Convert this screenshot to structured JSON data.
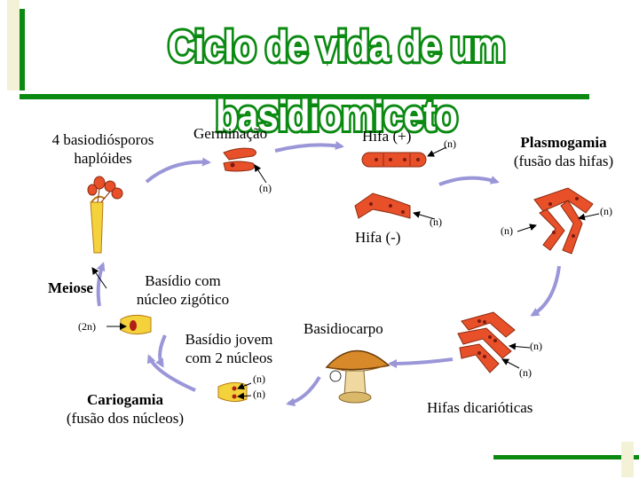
{
  "title": "Ciclo de vida de um basidiomiceto",
  "labels": {
    "basiodiosporos": [
      "4 basiodiósporos",
      "haplóides"
    ],
    "germinacao": "Germinação",
    "hifa_pos": "Hifa (+)",
    "hifa_neg": "Hifa (-)",
    "plasmogamia": [
      "Plasmogamia",
      "(fusão das hifas)"
    ],
    "meiose": "Meiose",
    "basidio_zigotico": [
      "Basídio com",
      "núcleo zigótico"
    ],
    "basidio_jovem": [
      "Basídio jovem",
      "com 2 núcleos"
    ],
    "basidiocarpo": "Basidiocarpo",
    "cariogamia": [
      "Cariogamia",
      "(fusão dos núcleos)"
    ],
    "hifas_dicarioticas": "Hifas dicarióticas"
  },
  "ploidy": {
    "n": "(n)",
    "two_n": "(2n)"
  },
  "colors": {
    "title_green": "#0b8a12",
    "arrow_lavender": "#9a96d8",
    "hypha_fill": "#e8502a",
    "basidium_fill": "#f3d23c",
    "nucleus": "#b02018"
  }
}
